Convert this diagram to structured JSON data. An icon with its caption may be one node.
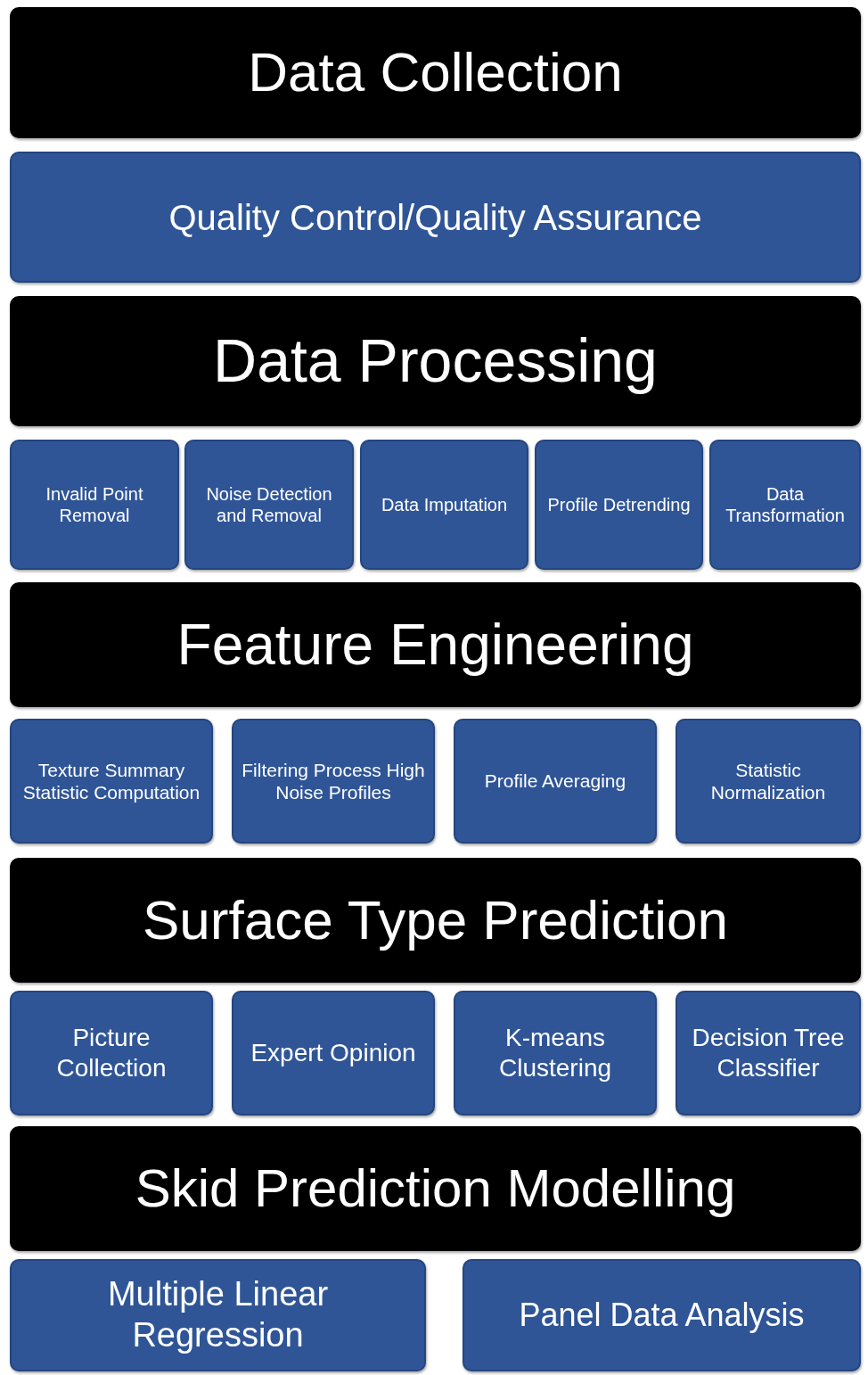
{
  "diagram": {
    "nodes": [
      {
        "text": [
          "Data Collection"
        ]
      },
      {
        "text": [
          "Quality Control/Quality Assurance"
        ]
      },
      {
        "text": [
          "Data Processing"
        ]
      },
      {
        "text": [
          "Invalid Point Removal"
        ]
      },
      {
        "text": [
          "Noise Detection and Removal"
        ]
      },
      {
        "text": [
          "Data Imputation"
        ]
      },
      {
        "text": [
          "Profile Detrending"
        ]
      },
      {
        "text": [
          "Data Transformation"
        ]
      },
      {
        "text": [
          "Feature Engineering"
        ]
      },
      {
        "text": [
          "Texture Summary Statistic Computation"
        ]
      },
      {
        "text": [
          "Filtering Process High Noise Profiles"
        ]
      },
      {
        "text": [
          "Profile Averaging"
        ]
      },
      {
        "text": [
          "Statistic Normalization"
        ]
      },
      {
        "text": [
          "Surface Type Prediction"
        ]
      },
      {
        "text": [
          "Picture Collection"
        ]
      },
      {
        "text": [
          "Expert Opinion"
        ]
      },
      {
        "text": [
          "K-means Clustering"
        ]
      },
      {
        "text": [
          "Decision Tree Classifier"
        ]
      },
      {
        "text": [
          "Skid Prediction Modelling"
        ]
      },
      {
        "text": [
          "Multiple Linear Regression"
        ]
      },
      {
        "text": [
          "Panel Data Analysis"
        ]
      }
    ]
  }
}
